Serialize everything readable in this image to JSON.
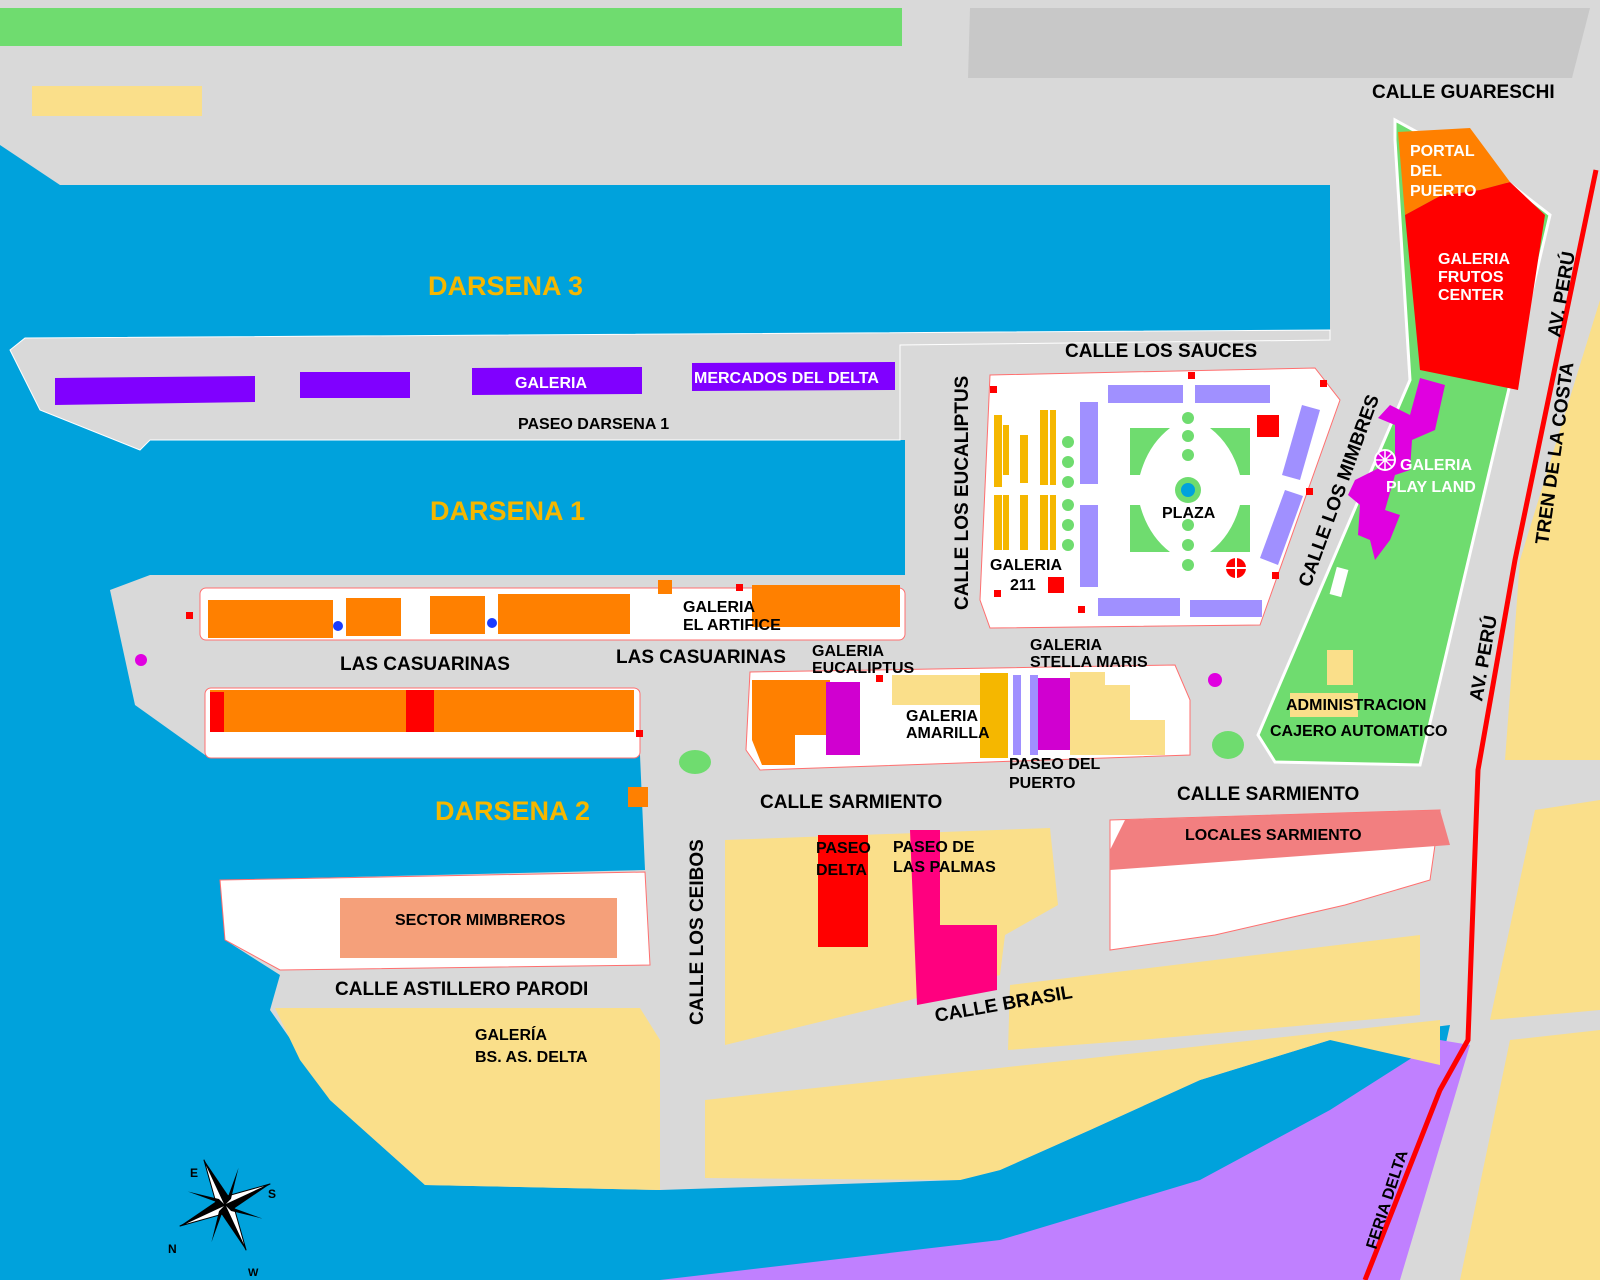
{
  "colors": {
    "water": "#00a2dc",
    "road": "#d9d9d9",
    "sand": "#fadf8a",
    "green": "#6fdc6f",
    "orange": "#ff8000",
    "red": "#ff0000",
    "violet": "#8000ff",
    "lilac": "#c080ff",
    "salmon": "#f5a07a",
    "pink": "#ff6f80",
    "magenta": "#e000e0",
    "hotpink": "#ff007f",
    "periwinkle": "#a090ff",
    "gold": "#f5b700",
    "gray": "#c8c8c8"
  },
  "water_labels": {
    "darsena3": "DARSENA 3",
    "darsena1": "DARSENA 1",
    "darsena2": "DARSENA 2"
  },
  "streets": {
    "guareschi": "CALLE GUARESCHI",
    "los_sauces": "CALLE LOS SAUCES",
    "eucaliptus": "CALLE LOS EUCALIPTUS",
    "mimbres": "CALLE LOS MIMBRES",
    "paseo_darsena1": "PASEO DARSENA 1",
    "casuarinas_1": "LAS CASUARINAS",
    "casuarinas_2": "LAS CASUARINAS",
    "sarmiento_1": "CALLE SARMIENTO",
    "sarmiento_2": "CALLE SARMIENTO",
    "ceibos": "CALLE LOS CEIBOS",
    "astillero": "CALLE ASTILLERO PARODI",
    "brasil": "CALLE BRASIL",
    "av_peru_1": "AV. PERÚ",
    "av_peru_2": "AV. PERÚ",
    "tren": "TREN DE LA COSTA"
  },
  "places": {
    "galeria": "GALERIA",
    "mercados": "MERCADOS DEL DELTA",
    "portal_1": "PORTAL",
    "portal_2": "DEL",
    "portal_3": "PUERTO",
    "frutos_1": "GALERIA",
    "frutos_2": "FRUTOS",
    "frutos_3": "CENTER",
    "playland_1": "GALERIA",
    "playland_2": "PLAY LAND",
    "plaza": "PLAZA",
    "g211_1": "GALERIA",
    "g211_2": "211",
    "artifice_1": "GALERIA",
    "artifice_2": "EL ARTIFICE",
    "eucaliptus_1": "GALERIA",
    "eucaliptus_2": "EUCALIPTUS",
    "stella_1": "GALERIA",
    "stella_2": "STELLA MARIS",
    "amarilla_1": "GALERIA",
    "amarilla_2": "AMARILLA",
    "paseo_puerto_1": "PASEO DEL",
    "paseo_puerto_2": "PUERTO",
    "administracion": "ADMINISTRACION",
    "cajero": "CAJERO AUTOMATICO",
    "locales_sarmiento": "LOCALES SARMIENTO",
    "paseo_delta_1": "PASEO",
    "paseo_delta_2": "DELTA",
    "palmas_1": "PASEO DE",
    "palmas_2": "LAS PALMAS",
    "mimbreros": "SECTOR MIMBREROS",
    "bsas_1": "GALERÍA",
    "bsas_2": "BS. AS. DELTA",
    "feria": "FERIA DELTA"
  },
  "compass": {
    "e": "E",
    "s": "S",
    "n": "N",
    "w": "W"
  }
}
